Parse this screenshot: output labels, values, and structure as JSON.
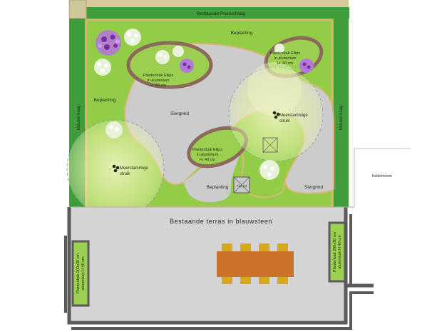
{
  "labels": {
    "hedge_top": "Bestaande Prunushaag",
    "hedge_left": "Nieuwe haag",
    "hedge_right": "Nieuwe haag",
    "beplanting_top": "Beplanting",
    "beplanting_left": "Beplanting",
    "beplanting_bottom": "Beplanting",
    "siergrind_center": "Siergrind",
    "siergrind_right": "Siergrind",
    "planter_large_line1": "Plantenbak Ellips",
    "planter_large_line2": "in aluminium",
    "planter_large_line3": "H. 60 cm",
    "planter_tr_line1": "Plantenbak Ellips",
    "planter_tr_line2": "in aluminium",
    "planter_tr_line3": "H. 40 cm",
    "planter_mid_line1": "Plantenbak Ellips",
    "planter_mid_line2": "in aluminium",
    "planter_mid_line3": "H. 40 cm",
    "shrub_left_line1": "Meerstammige",
    "shrub_left_line2": "struik",
    "shrub_right_line1": "Meerstammige",
    "shrub_right_line2": "struik",
    "fire_pit": "Fire pit",
    "terras": "Bestaande terras in blauwsteen",
    "planter_left_line1": "Plantenbak 200x30 cm",
    "planter_left_line2": "aluminium H 40 cm",
    "planter_right_line1": "Plantenbak 200x30 cm",
    "planter_right_line2": "aluminium H 40 cm",
    "kelder": "Kelderinkom"
  },
  "colors": {
    "lawn": "#8dc63f",
    "hedge": "#3f9d3a",
    "gravel": "#cccccc",
    "terrace": "#d4d4d4",
    "wall": "#5a5a5a",
    "table": "#c8722a",
    "chair": "#d4a91c",
    "planter_rim": "#8b6a5c",
    "sand_border": "#d9b777",
    "flower_purple": "#9a4fc0"
  }
}
